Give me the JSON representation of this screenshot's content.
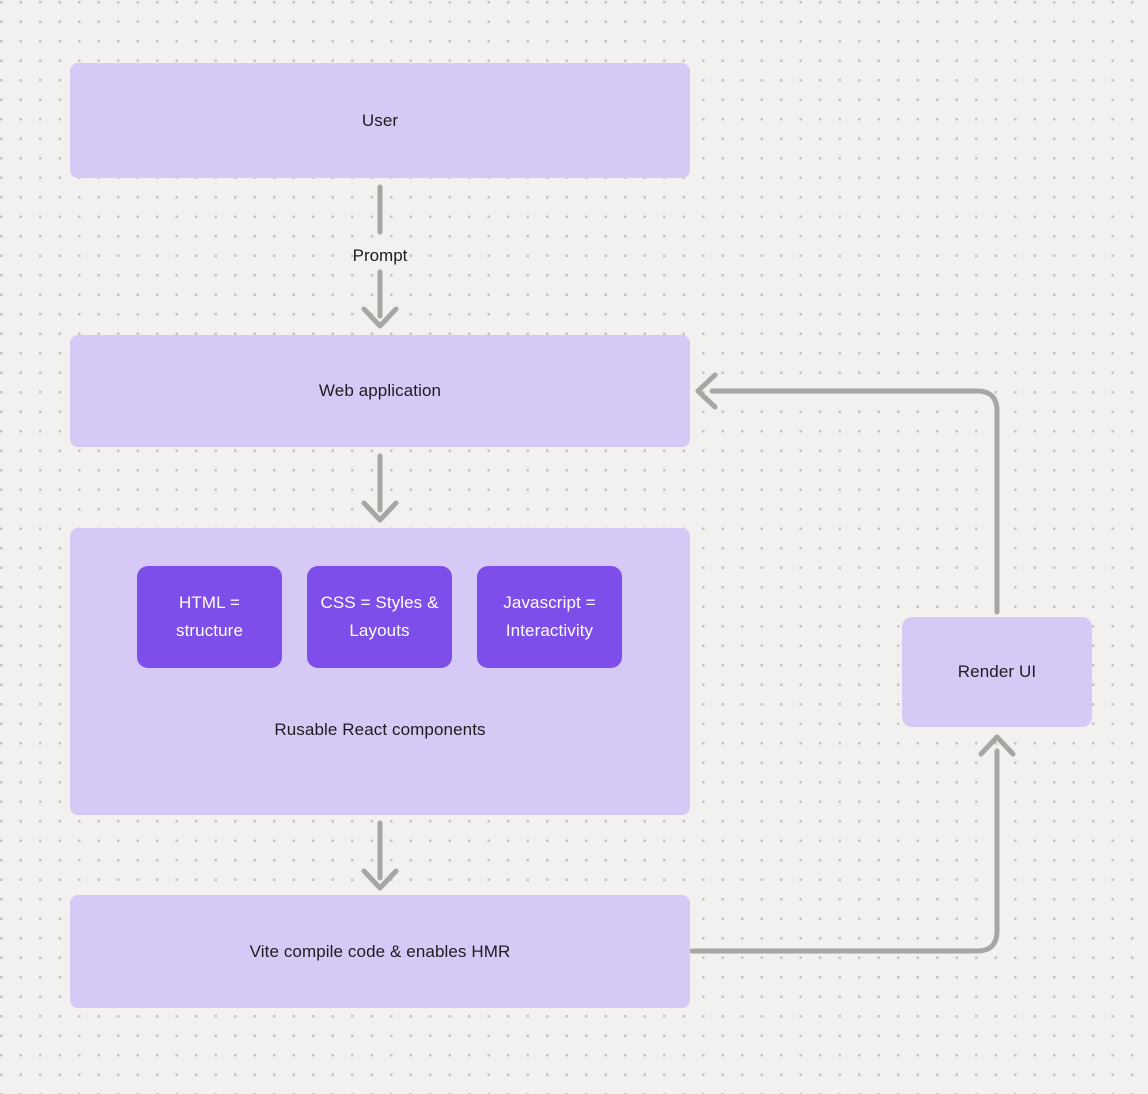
{
  "diagram": {
    "nodes": {
      "user": {
        "label": "User"
      },
      "web_application": {
        "label": "Web application"
      },
      "components": {
        "caption": "Rusable React components",
        "items": [
          {
            "label": "HTML = structure"
          },
          {
            "label": "CSS = Styles & Layouts"
          },
          {
            "label": "Javascript = Interactivity"
          }
        ]
      },
      "vite": {
        "label": "Vite compile code & enables HMR"
      },
      "render_ui": {
        "label": "Render UI"
      }
    },
    "edges": {
      "prompt_label": "Prompt",
      "flow": [
        "User -> Web application (labeled: Prompt)",
        "Web application -> Components group",
        "Components group -> Vite compile code & enables HMR",
        "Vite compile code & enables HMR -> Render UI",
        "Render UI -> Web application"
      ]
    },
    "colors": {
      "background": "#f2f1ef",
      "dot_grid": "#c6c4c1",
      "node_fill": "#d6c9f5",
      "inner_node_fill": "#7d4ee9",
      "inner_node_text": "#ffffff",
      "node_text": "#1d1d1f",
      "arrow": "#a8a6a3"
    }
  }
}
